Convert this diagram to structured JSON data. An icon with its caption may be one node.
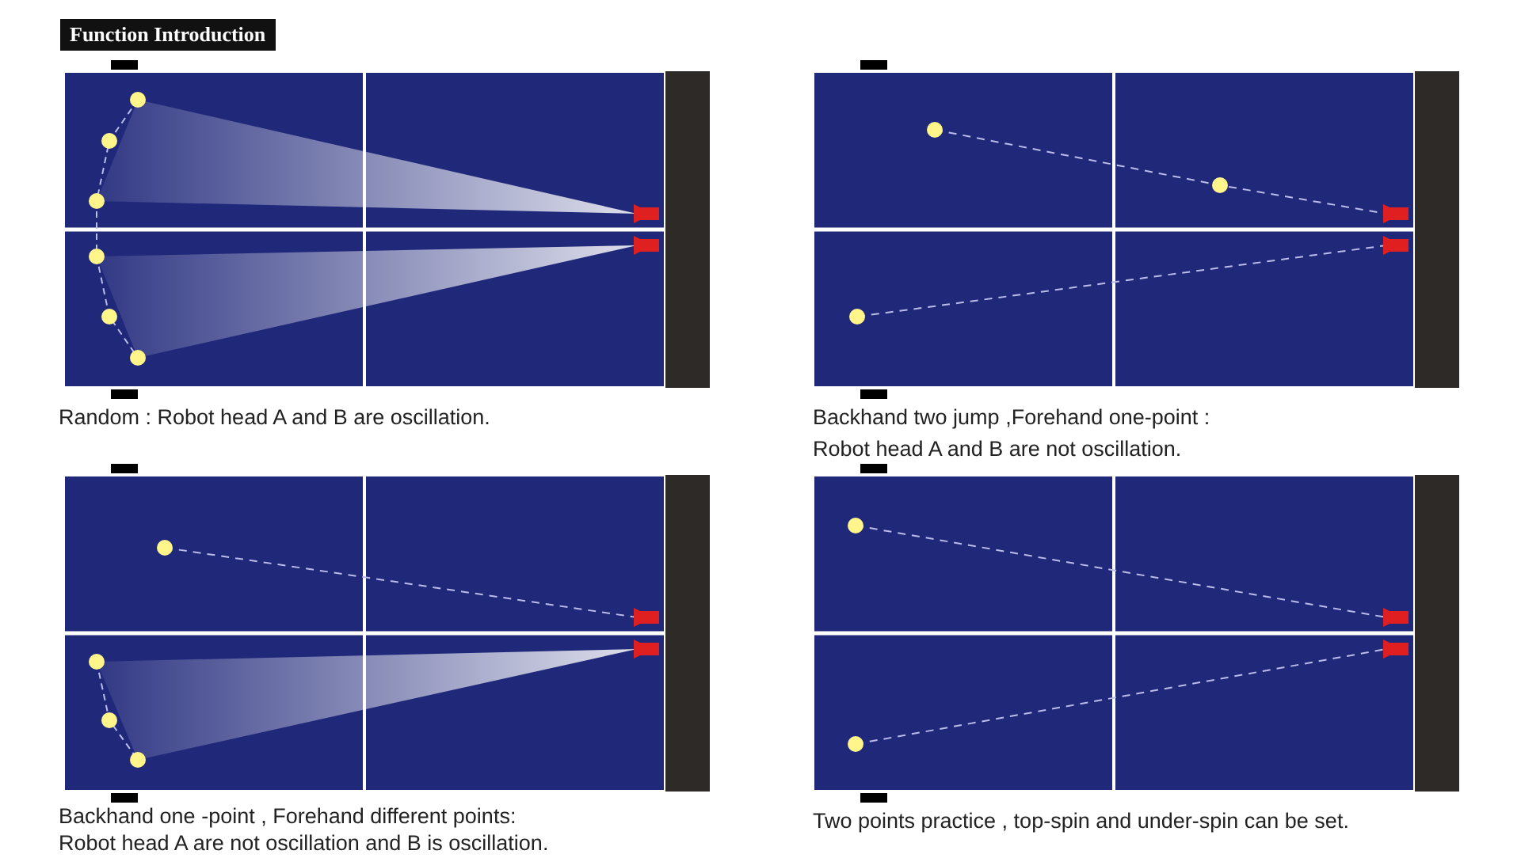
{
  "diagram": {
    "title": "Function Introduction",
    "labels": [
      "Random : Robot head A and B are oscillation.",
      "Backhand two jump ,Forehand one-point :",
      "Robot head A and B are not oscillation.",
      "Backhand one -point , Forehand different points:",
      "Robot head A  are not oscillation and B is oscillation.",
      "Two points practice , top-spin and under-spin can be set."
    ]
  }
}
